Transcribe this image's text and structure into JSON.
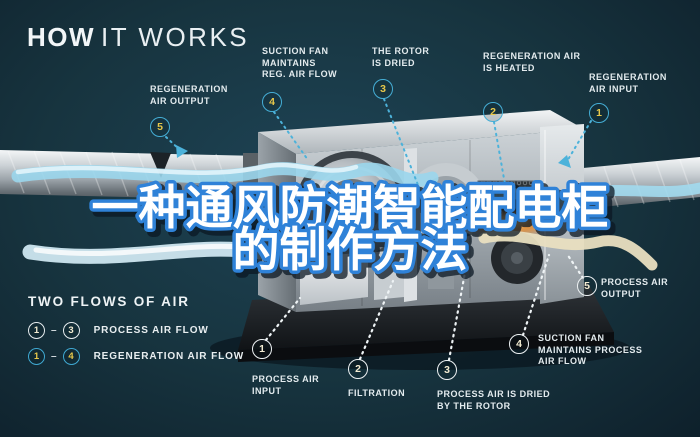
{
  "title": {
    "bold": "HOW",
    "light": "IT WORKS"
  },
  "watermark": {
    "line1": "一种通风防潮智能配电柜",
    "line2": "的制作方法"
  },
  "callouts": {
    "top": [
      {
        "num": "5",
        "label": "REGENERATION\nAIR OUTPUT"
      },
      {
        "num": "4",
        "label": "SUCTION FAN\nMAINTAINS\nREG. AIR FLOW"
      },
      {
        "num": "3",
        "label": "THE ROTOR\nIS DRIED"
      },
      {
        "num": "2",
        "label": "REGENERATION AIR\nIS HEATED"
      },
      {
        "num": "1",
        "label": "REGENERATION\nAIR INPUT"
      }
    ],
    "bottom": [
      {
        "num": "1",
        "label": "PROCESS AIR\nINPUT"
      },
      {
        "num": "2",
        "label": "FILTRATION"
      },
      {
        "num": "3",
        "label": "PROCESS AIR IS DRIED\nBY THE ROTOR"
      },
      {
        "num": "4",
        "label": "SUCTION FAN\nMAINTAINS PROCESS\nAIR FLOW"
      },
      {
        "num": "5",
        "label": "PROCESS AIR\nOUTPUT"
      }
    ]
  },
  "legend": {
    "heading": "TWO FLOWS OF AIR",
    "rows": [
      {
        "from": "1",
        "to": "3",
        "label": "PROCESS AIR FLOW",
        "type": "process"
      },
      {
        "from": "1",
        "to": "4",
        "label": "REGENERATION AIR FLOW",
        "type": "regeneration"
      }
    ]
  },
  "colors": {
    "background": "#16323f",
    "accent_cyan": "#45aed6",
    "accent_gold": "#e8c84a",
    "label_text": "#e3ebee",
    "watermark_fill": "#ffffff",
    "watermark_outline": "#2f82d8",
    "heater_glow": "#ef8c28"
  }
}
